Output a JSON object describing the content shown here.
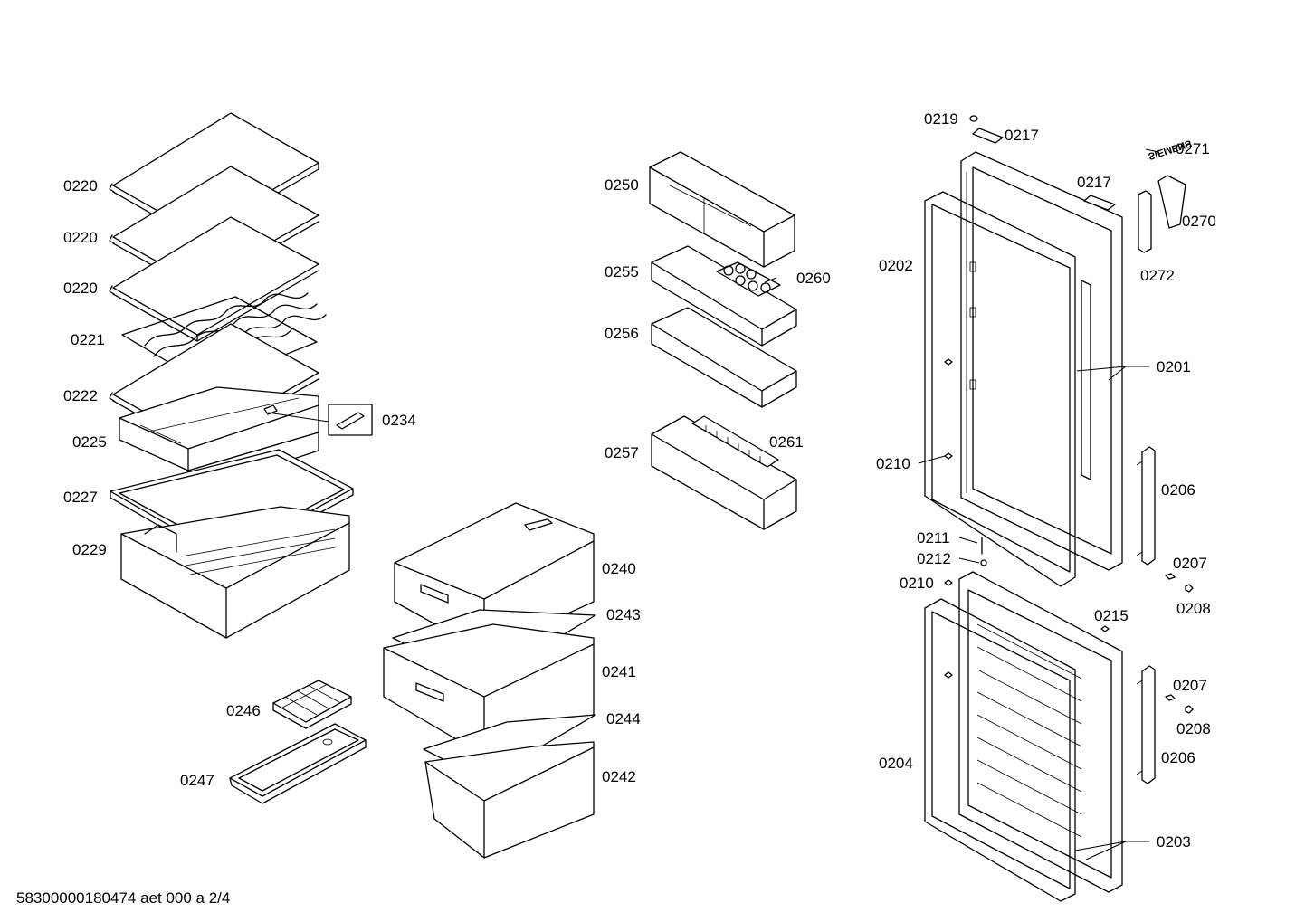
{
  "labels": {
    "l0220a": "0220",
    "l0220b": "0220",
    "l0220c": "0220",
    "l0221": "0221",
    "l0222": "0222",
    "l0225": "0225",
    "l0227": "0227",
    "l0229": "0229",
    "l0234": "0234",
    "l0240": "0240",
    "l0243": "0243",
    "l0241": "0241",
    "l0244": "0244",
    "l0242": "0242",
    "l0246": "0246",
    "l0247": "0247",
    "l0250": "0250",
    "l0255": "0255",
    "l0260": "0260",
    "l0256": "0256",
    "l0257": "0257",
    "l0261": "0261",
    "l0219": "0219",
    "l0217a": "0217",
    "l0217b": "0217",
    "l0271": "0271",
    "l0270": "0270",
    "l0272": "0272",
    "l0202": "0202",
    "l0201": "0201",
    "l0210a": "0210",
    "l0206a": "0206",
    "l0211": "0211",
    "l0212": "0212",
    "l0210b": "0210",
    "l0207a": "0207",
    "l0208a": "0208",
    "l0215": "0215",
    "l0207b": "0207",
    "l0208b": "0208",
    "l0206b": "0206",
    "l0204": "0204",
    "l0203": "0203"
  },
  "brand": "SIEMENS",
  "footer": "58300000180474 aet 000 a 2/4"
}
